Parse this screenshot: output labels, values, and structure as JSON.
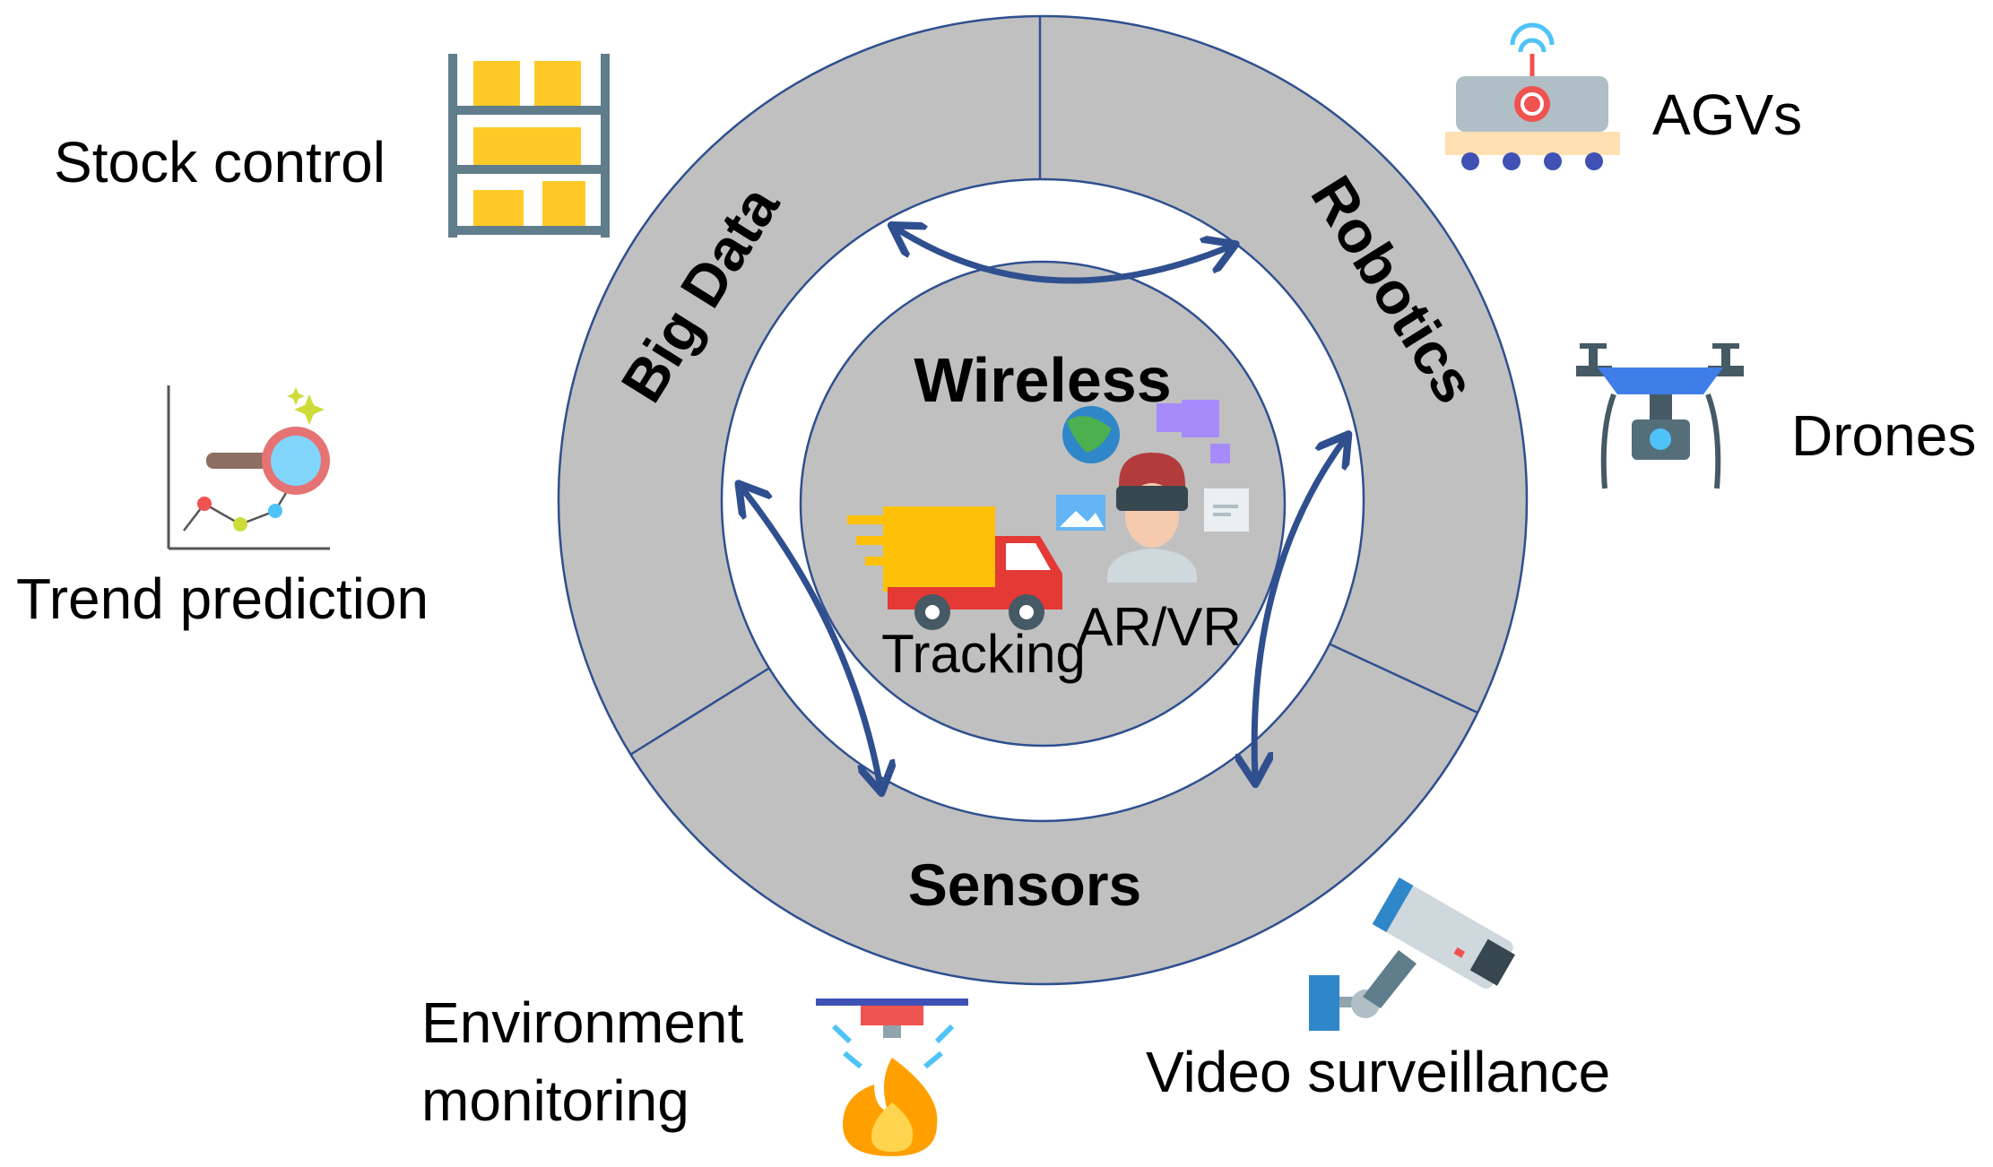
{
  "diagram": {
    "outer_ring": {
      "segments": [
        "Big Data",
        "Robotics",
        "Sensors"
      ]
    },
    "center": {
      "title": "Wireless",
      "items": [
        "Tracking",
        "AR/VR"
      ]
    },
    "applications": {
      "stock_control": "Stock control",
      "trend_prediction": "Trend prediction",
      "env_line1": "Environment",
      "env_line2": "monitoring",
      "agvs": "AGVs",
      "drones": "Drones",
      "video_surveillance": "Video surveillance"
    },
    "colors": {
      "ring_fill": "#c0c0c0",
      "ring_stroke": "#2f4f8f",
      "arrow": "#2f4f8f"
    }
  }
}
